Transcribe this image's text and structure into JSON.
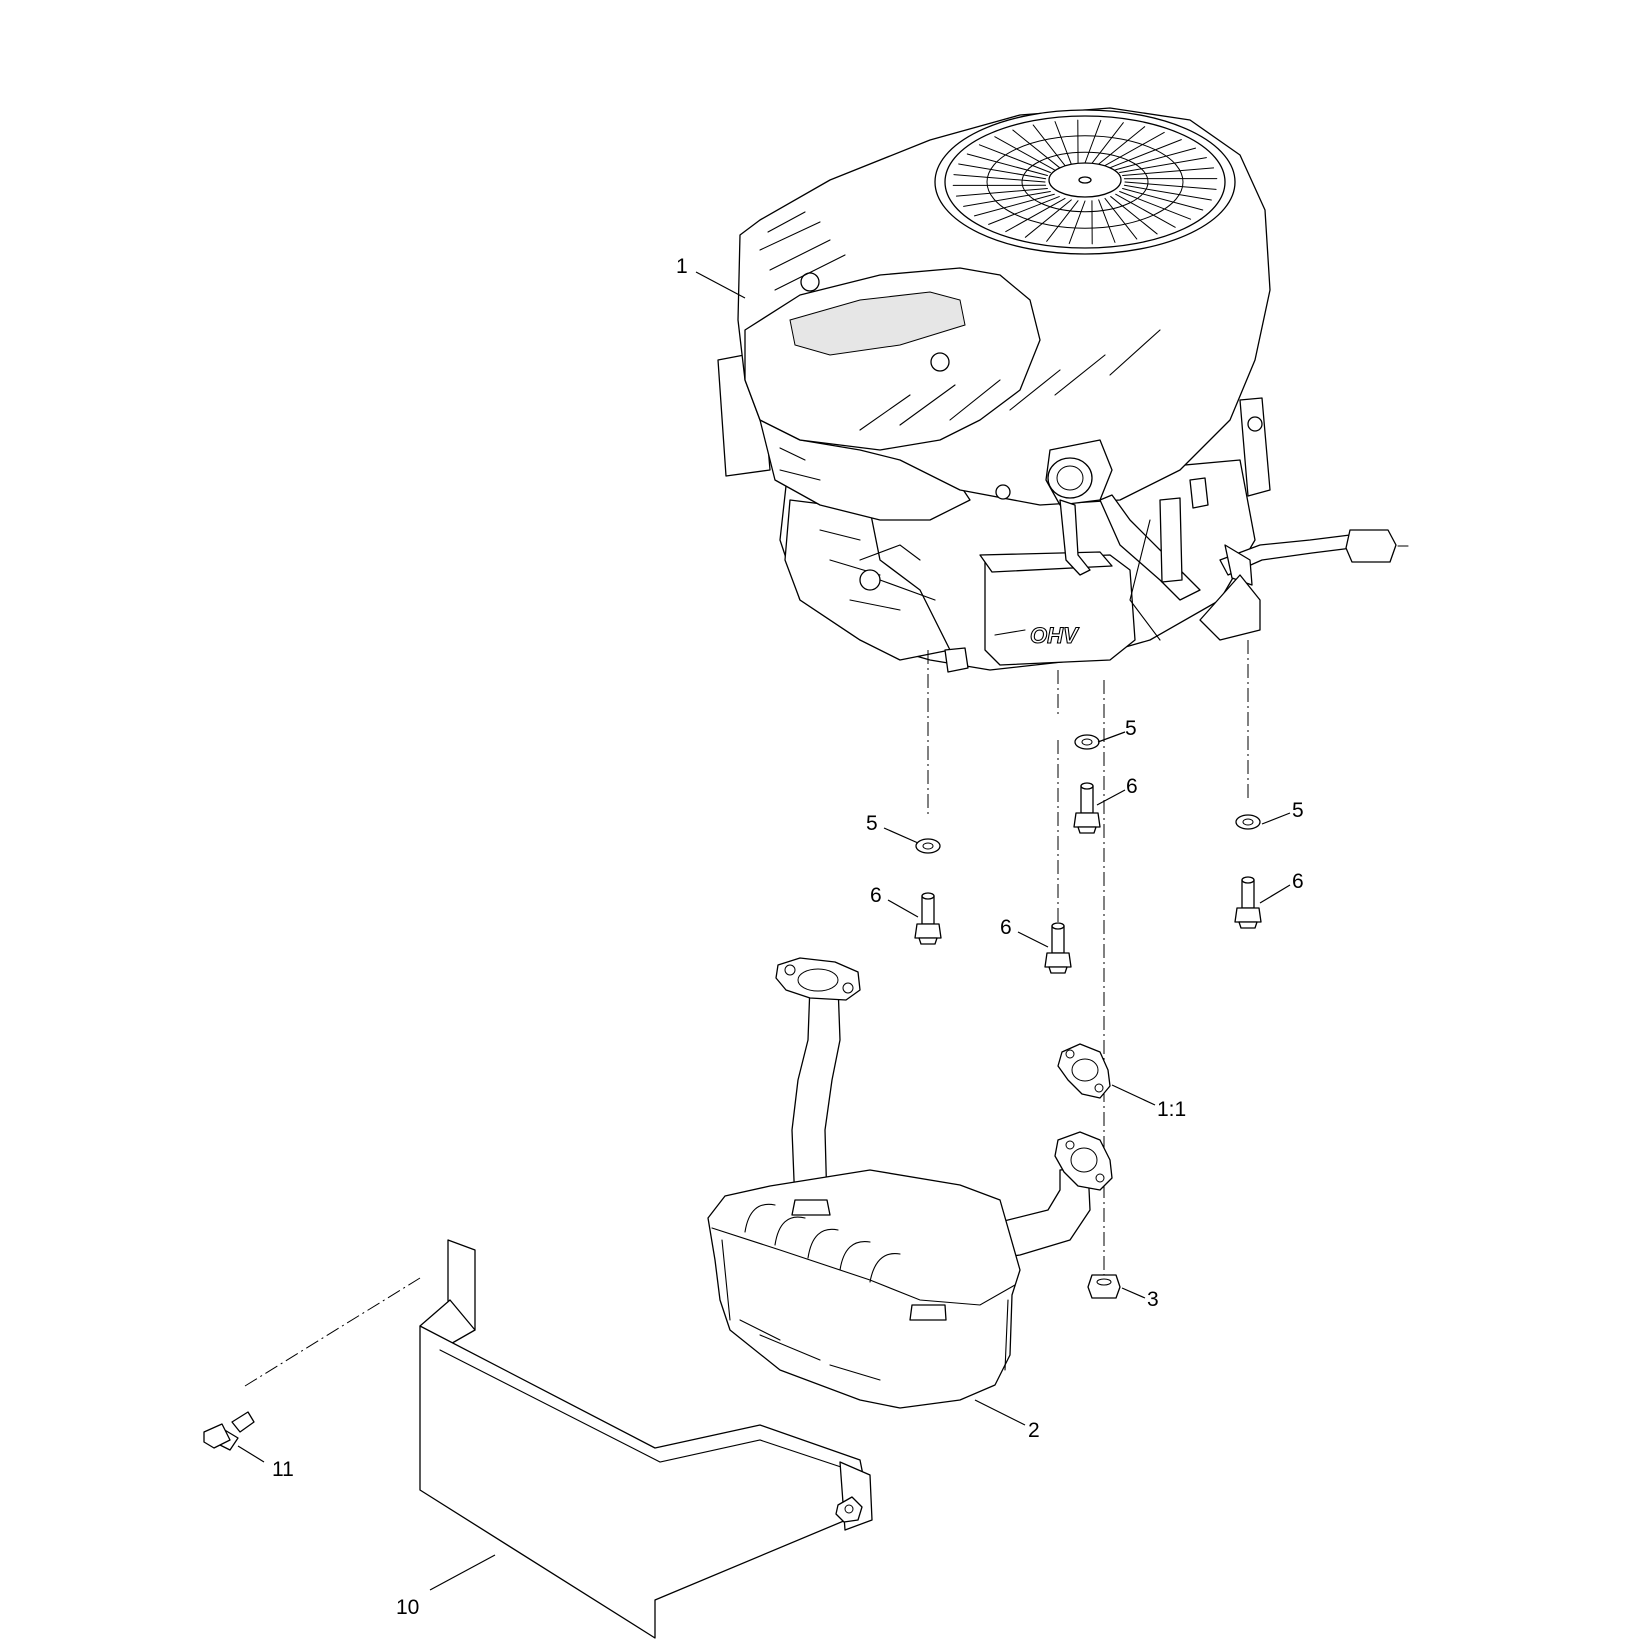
{
  "diagram": {
    "callouts": [
      {
        "id": "c1",
        "label": "1"
      },
      {
        "id": "c5a",
        "label": "5"
      },
      {
        "id": "c6a",
        "label": "6"
      },
      {
        "id": "c5b",
        "label": "5"
      },
      {
        "id": "c6b",
        "label": "6"
      },
      {
        "id": "c6c",
        "label": "6"
      },
      {
        "id": "c5c",
        "label": "5"
      },
      {
        "id": "c6d",
        "label": "6"
      },
      {
        "id": "c11",
        "label": "1:1"
      },
      {
        "id": "c3",
        "label": "3"
      },
      {
        "id": "c2",
        "label": "2"
      },
      {
        "id": "c11b",
        "label": "11"
      },
      {
        "id": "c10",
        "label": "10"
      }
    ],
    "engine_label": "OHV"
  }
}
